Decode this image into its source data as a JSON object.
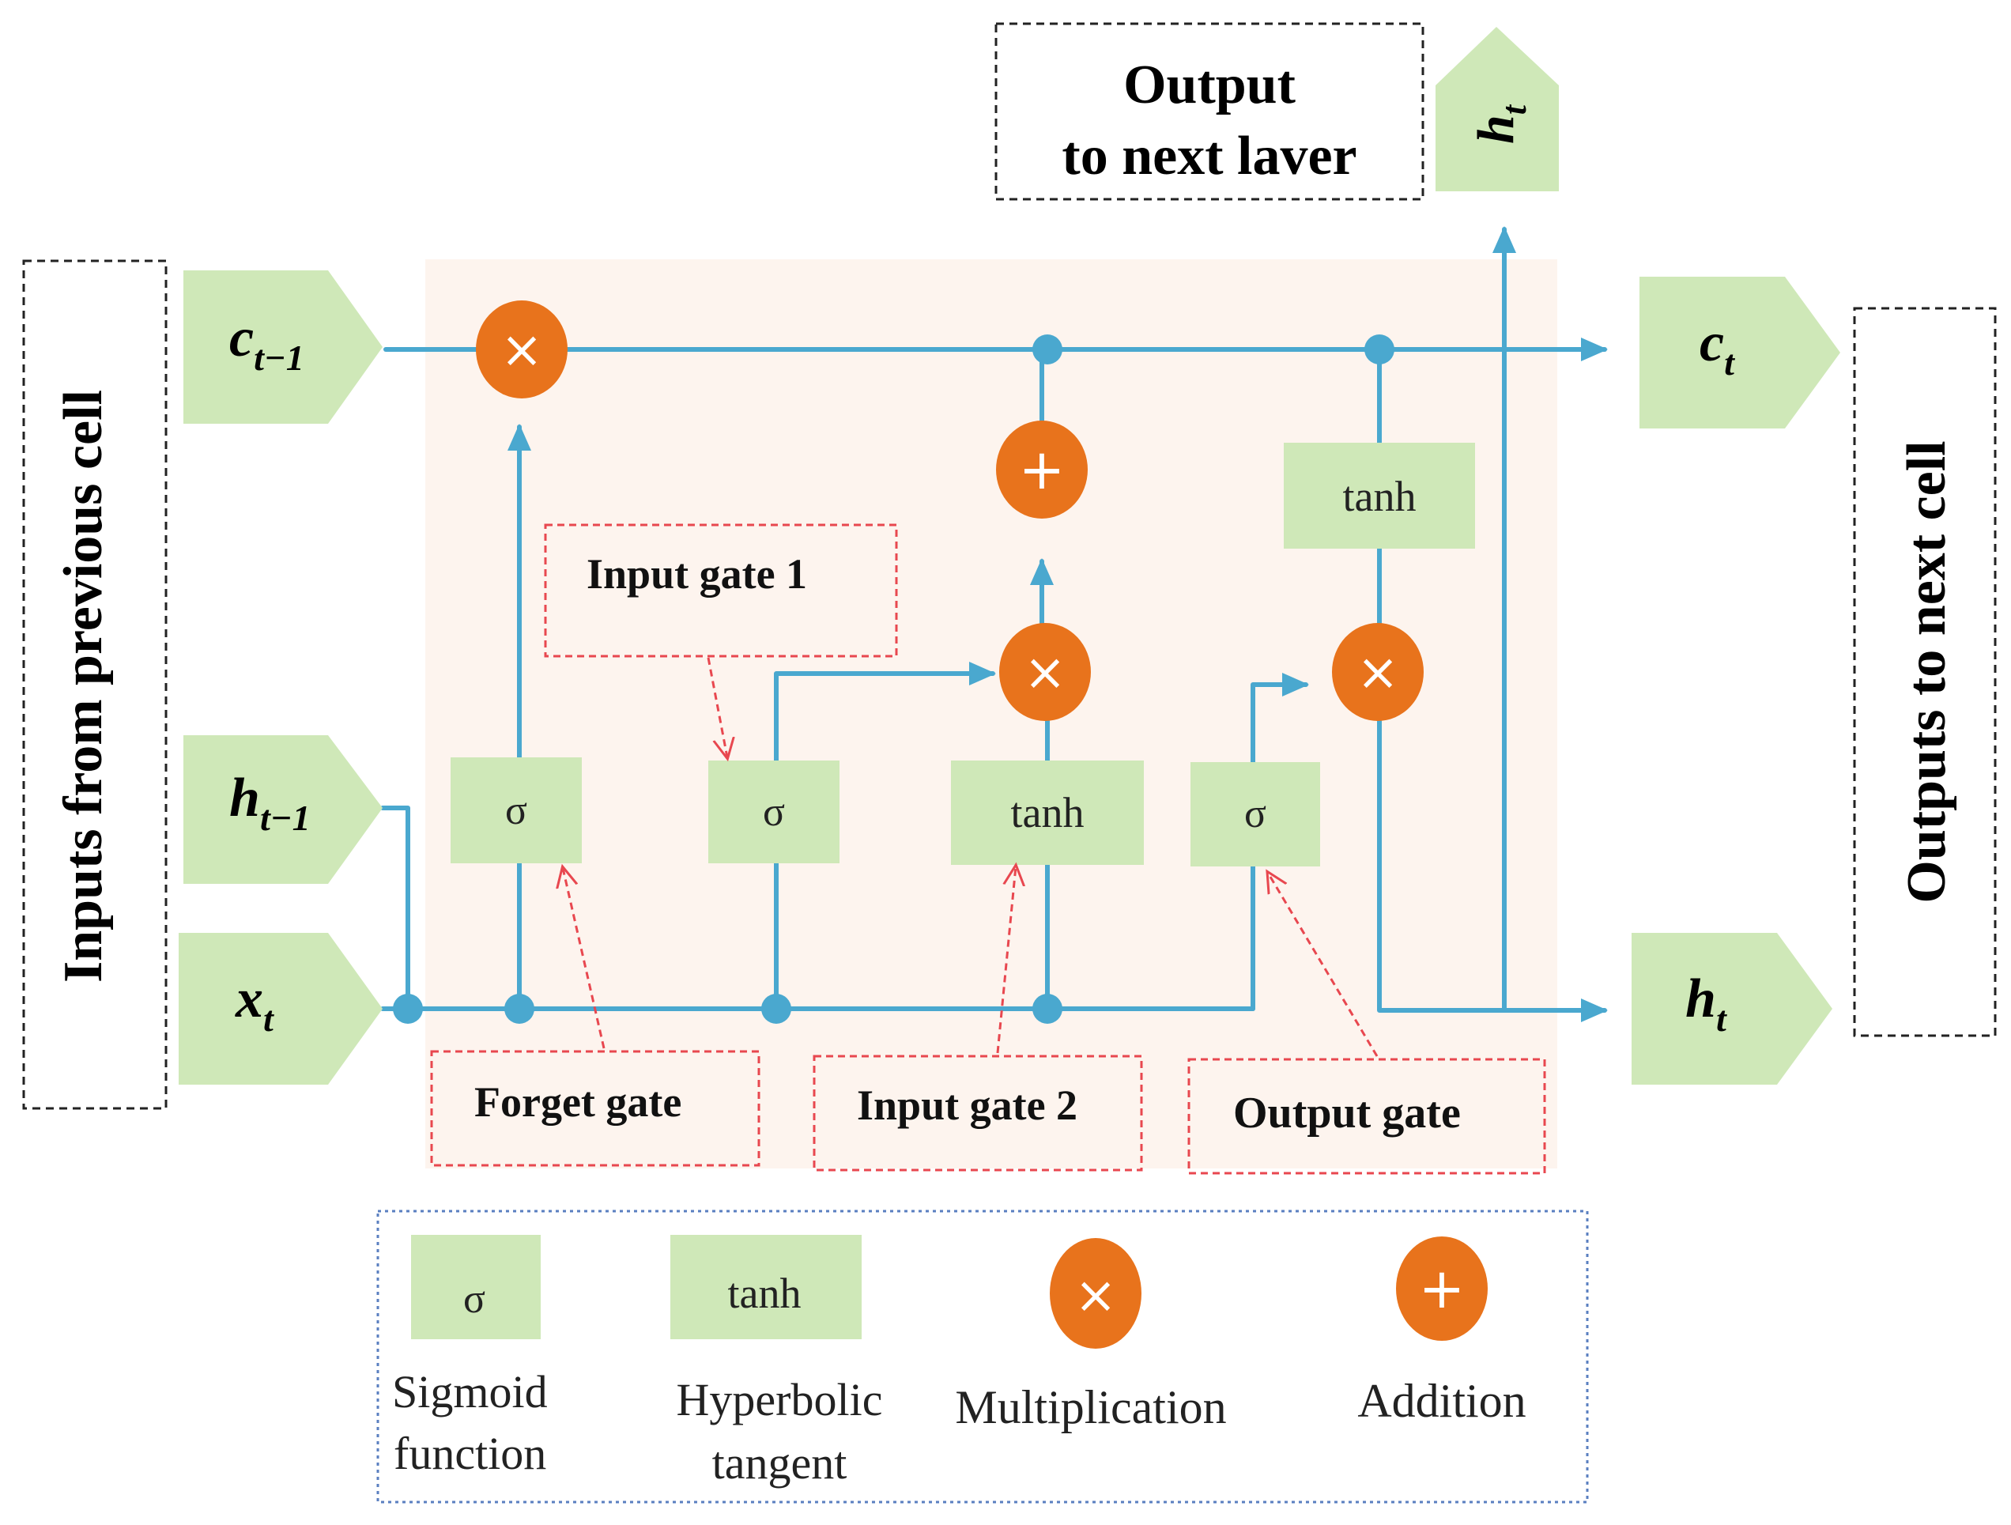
{
  "labels": {
    "inputs_side": "Inputs from previous cell",
    "outputs_side": "Outputs to next cell",
    "output_layer_line1": "Output",
    "output_layer_line2": "to next laver",
    "forget_gate": "Forget gate",
    "input_gate_1": "Input gate 1",
    "input_gate_2": "Input gate 2",
    "output_gate": "Output gate"
  },
  "io": {
    "c_prev": {
      "main": "c",
      "sub": "t−1"
    },
    "h_prev": {
      "main": "h",
      "sub": "t−1"
    },
    "x_t": {
      "main": "x",
      "sub": "t"
    },
    "c_t": {
      "main": "c",
      "sub": "t"
    },
    "h_t_right": {
      "main": "h",
      "sub": "t"
    },
    "h_t_top": {
      "main": "h",
      "sub": "t"
    }
  },
  "blocks": {
    "sigma": "σ",
    "tanh": "tanh"
  },
  "ops": {
    "multiply": "×",
    "add": "+"
  },
  "legend": {
    "sigmoid_line1": "Sigmoid",
    "sigmoid_line2": "function",
    "tanh_line1": "Hyperbolic",
    "tanh_line2": "tangent",
    "multiplication": "Multiplication",
    "addition": "Addition"
  },
  "colors": {
    "line": "#4aa8cf",
    "block_fill": "#cfe8b8",
    "op_fill": "#e8731c",
    "cell_bg": "#fdf4ee",
    "annotation": "#e8474f"
  }
}
